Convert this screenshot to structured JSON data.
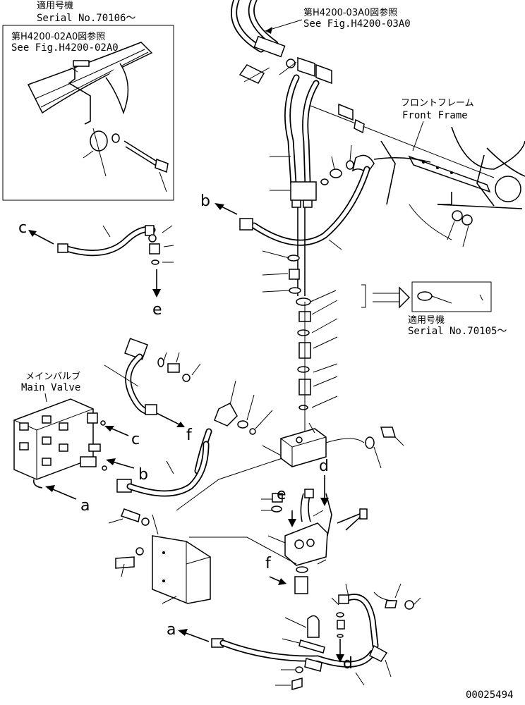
{
  "insets": {
    "top_left": {
      "applicability_label": "適用号機",
      "serial": "Serial No.70106～",
      "ref_jp": "第H4200-02A0図参照",
      "ref_en": "See Fig.H4200-02A0"
    },
    "right": {
      "applicability_label": "適用号機",
      "serial": "Serial No.70105～"
    }
  },
  "references": {
    "top_jp": "第H4200-03A0図参照",
    "top_en": "See Fig.H4200-03A0"
  },
  "labels": {
    "front_frame_jp": "フロントフレーム",
    "front_frame_en": "Front Frame",
    "main_valve_jp": "メインバルブ",
    "main_valve_en": "Main Valve"
  },
  "connections": {
    "a1": "a",
    "a2": "a",
    "b1": "b",
    "b2": "b",
    "c1": "c",
    "c2": "c",
    "d1": "d",
    "d2": "d",
    "e1": "e",
    "e2": "e",
    "f1": "f",
    "f2": "f"
  },
  "drawing_number": "00025494"
}
